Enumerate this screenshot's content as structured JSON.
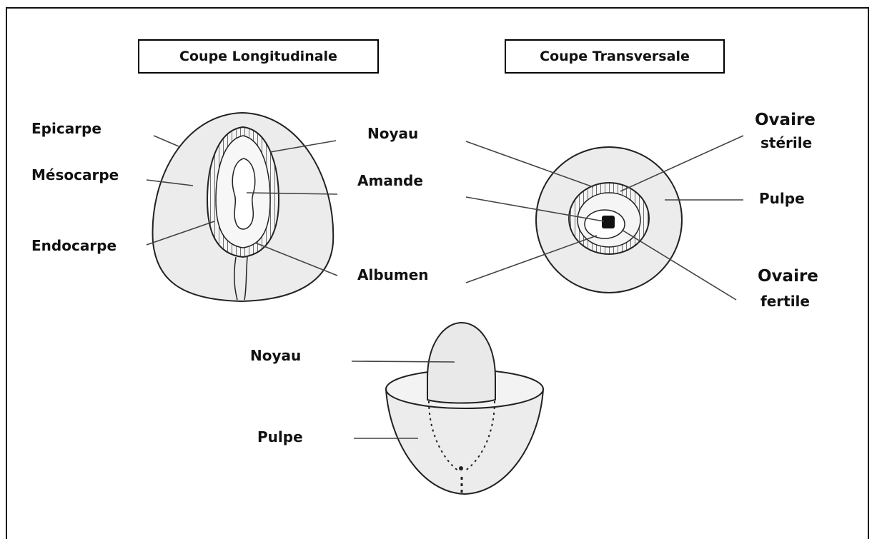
{
  "titles": {
    "longitudinal": "Coupe Longitudinale",
    "transversal": "Coupe Transversale"
  },
  "labels": {
    "epicarpe": "Epicarpe",
    "mesocarpe": "Mésocarpe",
    "endocarpe": "Endocarpe",
    "noyau_top": "Noyau",
    "amande": "Amande",
    "albumen": "Albumen",
    "ovaire_sterile_1": "Ovaire",
    "ovaire_sterile_2": "stérile",
    "pulpe_right": "Pulpe",
    "ovaire_fertile_1": "Ovaire",
    "ovaire_fertile_2": "fertile",
    "noyau_bottom": "Noyau",
    "pulpe_bottom": "Pulpe"
  },
  "colors": {
    "fill": "#ededed",
    "stroke": "#222222"
  }
}
